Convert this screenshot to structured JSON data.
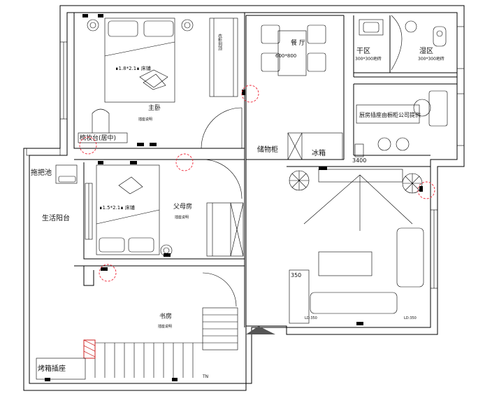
{
  "rooms": {
    "master_bedroom": "主卧",
    "kids_room": "父母房",
    "study": "书房",
    "living_balcony": "生活阳台",
    "dining": "餐 厅",
    "dry_zone": "干区",
    "wet_zone": "湿区"
  },
  "labels": {
    "master_bed": "∎1.8*2.1∎ 床铺",
    "kids_bed": "∎1.5*2.1∎ 床铺",
    "dresser": "梳妆台(居中)",
    "mop_sink": "拖把池",
    "storage_cabinet": "储物柜",
    "fridge": "冰箱",
    "tv_dim": "3400",
    "sofa_dim": "350",
    "dining_size": "600*800",
    "dry_tile": "300*300地砖",
    "wet_tile": "300*300地砖",
    "kitchen_note": "厨房插座由橱柜公司提供",
    "oven_socket": "烤箱插座",
    "wardrobe_text": "衣柜到顶",
    "ld_left": "LD:350",
    "ld_right": "LD:350",
    "small_tag_1": "插座说明",
    "small_tag_2": "插座说明",
    "small_tag_3": "插座说明",
    "tn": "TN"
  }
}
